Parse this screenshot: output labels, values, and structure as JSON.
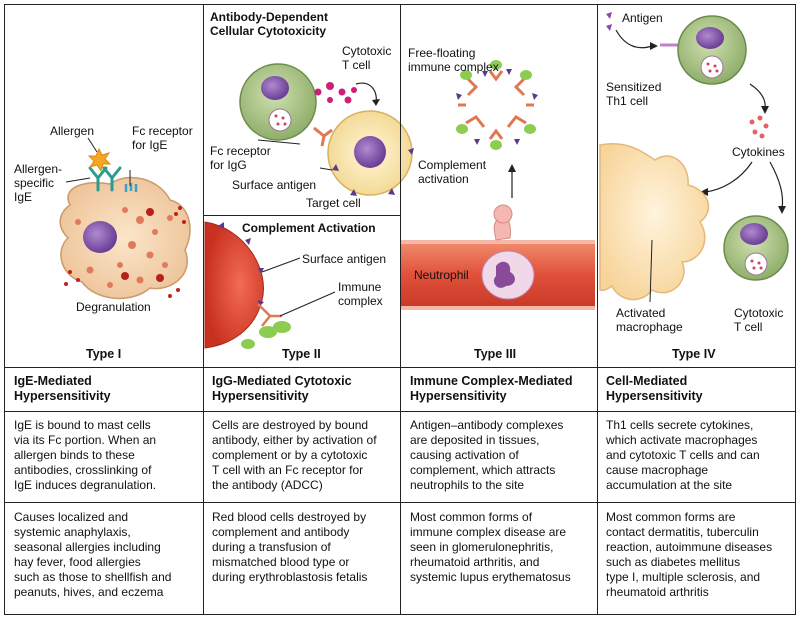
{
  "panels": {
    "type1": {
      "type_label": "Type I",
      "labels": {
        "allergen": "Allergen",
        "fc_receptor_ige_1": "Fc receptor",
        "fc_receptor_ige_2": "for IgE",
        "allergen_specific_1": "Allergen-",
        "allergen_specific_2": "specific",
        "allergen_specific_3": "IgE",
        "degranulation": "Degranulation"
      }
    },
    "type2": {
      "type_label": "Type II",
      "adcc_title_1": "Antibody-Dependent",
      "adcc_title_2": "Cellular Cytotoxicity",
      "labels": {
        "cytotoxic_t_1": "Cytotoxic",
        "cytotoxic_t_2": "T cell",
        "fc_receptor_igg_1": "Fc receptor",
        "fc_receptor_igg_2": "for IgG",
        "surface_antigen_a": "Surface antigen",
        "target_cell": "Target cell",
        "complement_title": "Complement Activation",
        "surface_antigen_b": "Surface antigen",
        "immune_complex_1": "Immune",
        "immune_complex_2": "complex"
      }
    },
    "type3": {
      "type_label": "Type III",
      "labels": {
        "free_floating_1": "Free-floating",
        "free_floating_2": "immune complex",
        "complement_act_1": "Complement",
        "complement_act_2": "activation",
        "neutrophil": "Neutrophil"
      }
    },
    "type4": {
      "type_label": "Type IV",
      "labels": {
        "antigen": "Antigen",
        "sensitized_1": "Sensitized",
        "sensitized_2": "Th1 cell",
        "cytokines": "Cytokines",
        "activated_1": "Activated",
        "activated_2": "macrophage",
        "cytotoxic_1": "Cytotoxic",
        "cytotoxic_2": "T cell"
      }
    }
  },
  "table": {
    "headers": [
      [
        "IgE-Mediated",
        "Hypersensitivity"
      ],
      [
        "IgG-Mediated Cytotoxic",
        "Hypersensitivity"
      ],
      [
        "Immune Complex-Mediated",
        "Hypersensitivity"
      ],
      [
        "Cell-Mediated",
        "Hypersensitivity"
      ]
    ],
    "mechanism": [
      [
        "IgE is bound to mast cells",
        "via its Fc portion. When an",
        "allergen binds to these",
        "antibodies, crosslinking of",
        "IgE induces degranulation."
      ],
      [
        "Cells are destroyed by bound",
        "antibody, either by activation of",
        "complement or by a cytotoxic",
        "T cell with an Fc receptor for",
        "the antibody (ADCC)"
      ],
      [
        "Antigen–antibody complexes",
        "are deposited in tissues,",
        "causing activation of",
        "complement, which attracts",
        "neutrophils to the site"
      ],
      [
        "Th1 cells secrete cytokines,",
        "which activate macrophages",
        "and cytotoxic T cells and can",
        "cause macrophage",
        "accumulation at the site"
      ]
    ],
    "examples": [
      [
        "Causes localized and",
        "systemic anaphylaxis,",
        "seasonal allergies including",
        "hay fever, food allergies",
        "such as those to shellfish and",
        "peanuts, hives, and eczema"
      ],
      [
        "Red blood cells destroyed by",
        "complement and antibody",
        "during a transfusion of",
        "mismatched blood type or",
        "during erythroblastosis fetalis"
      ],
      [
        "Most common forms of",
        "immune complex disease are",
        "seen in glomerulonephritis,",
        "rheumatoid arthritis, and",
        "systemic lupus erythematosus"
      ],
      [
        "Most common forms are",
        "contact dermatitis, tuberculin",
        "reaction, autoimmune diseases",
        "such as diabetes mellitus",
        "type I, multiple sclerosis, and",
        "rheumatoid arthritis"
      ]
    ]
  }
}
